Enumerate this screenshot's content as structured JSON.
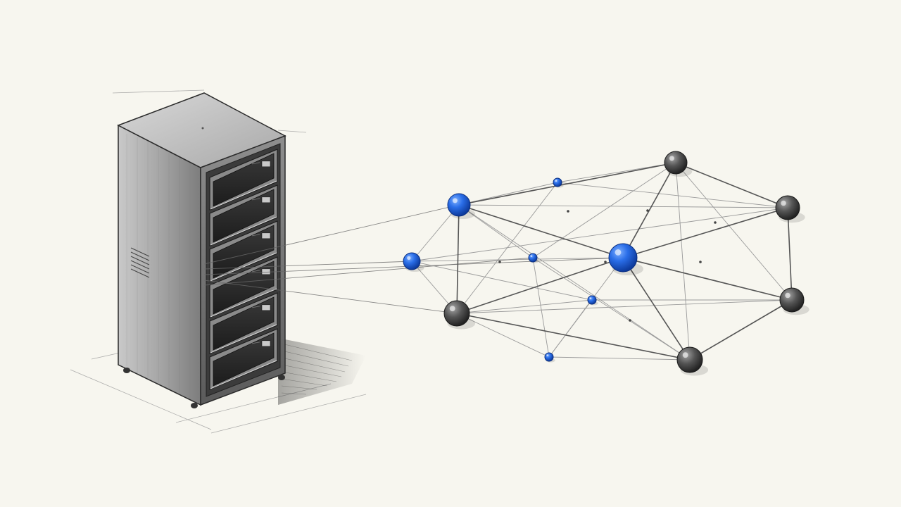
{
  "colors": {
    "paper": "#f7f6ef",
    "pencil": "#2b2b2b",
    "steel_light": "#b9b9b9",
    "steel_mid": "#8c8c8c",
    "steel_dark": "#4a4a4a",
    "accent_blue": "#1f63e0",
    "node_gray": "#4c4c4c"
  },
  "illustration": {
    "server_rack": {
      "icon": "server-rack-icon",
      "drive_bays": 6
    },
    "network": {
      "icon": "network-graph-icon",
      "node_count": 12,
      "highlighted_color": "accent_blue",
      "large_blue_nodes": 3,
      "small_blue_nodes": 4,
      "gray_nodes": 5
    }
  }
}
